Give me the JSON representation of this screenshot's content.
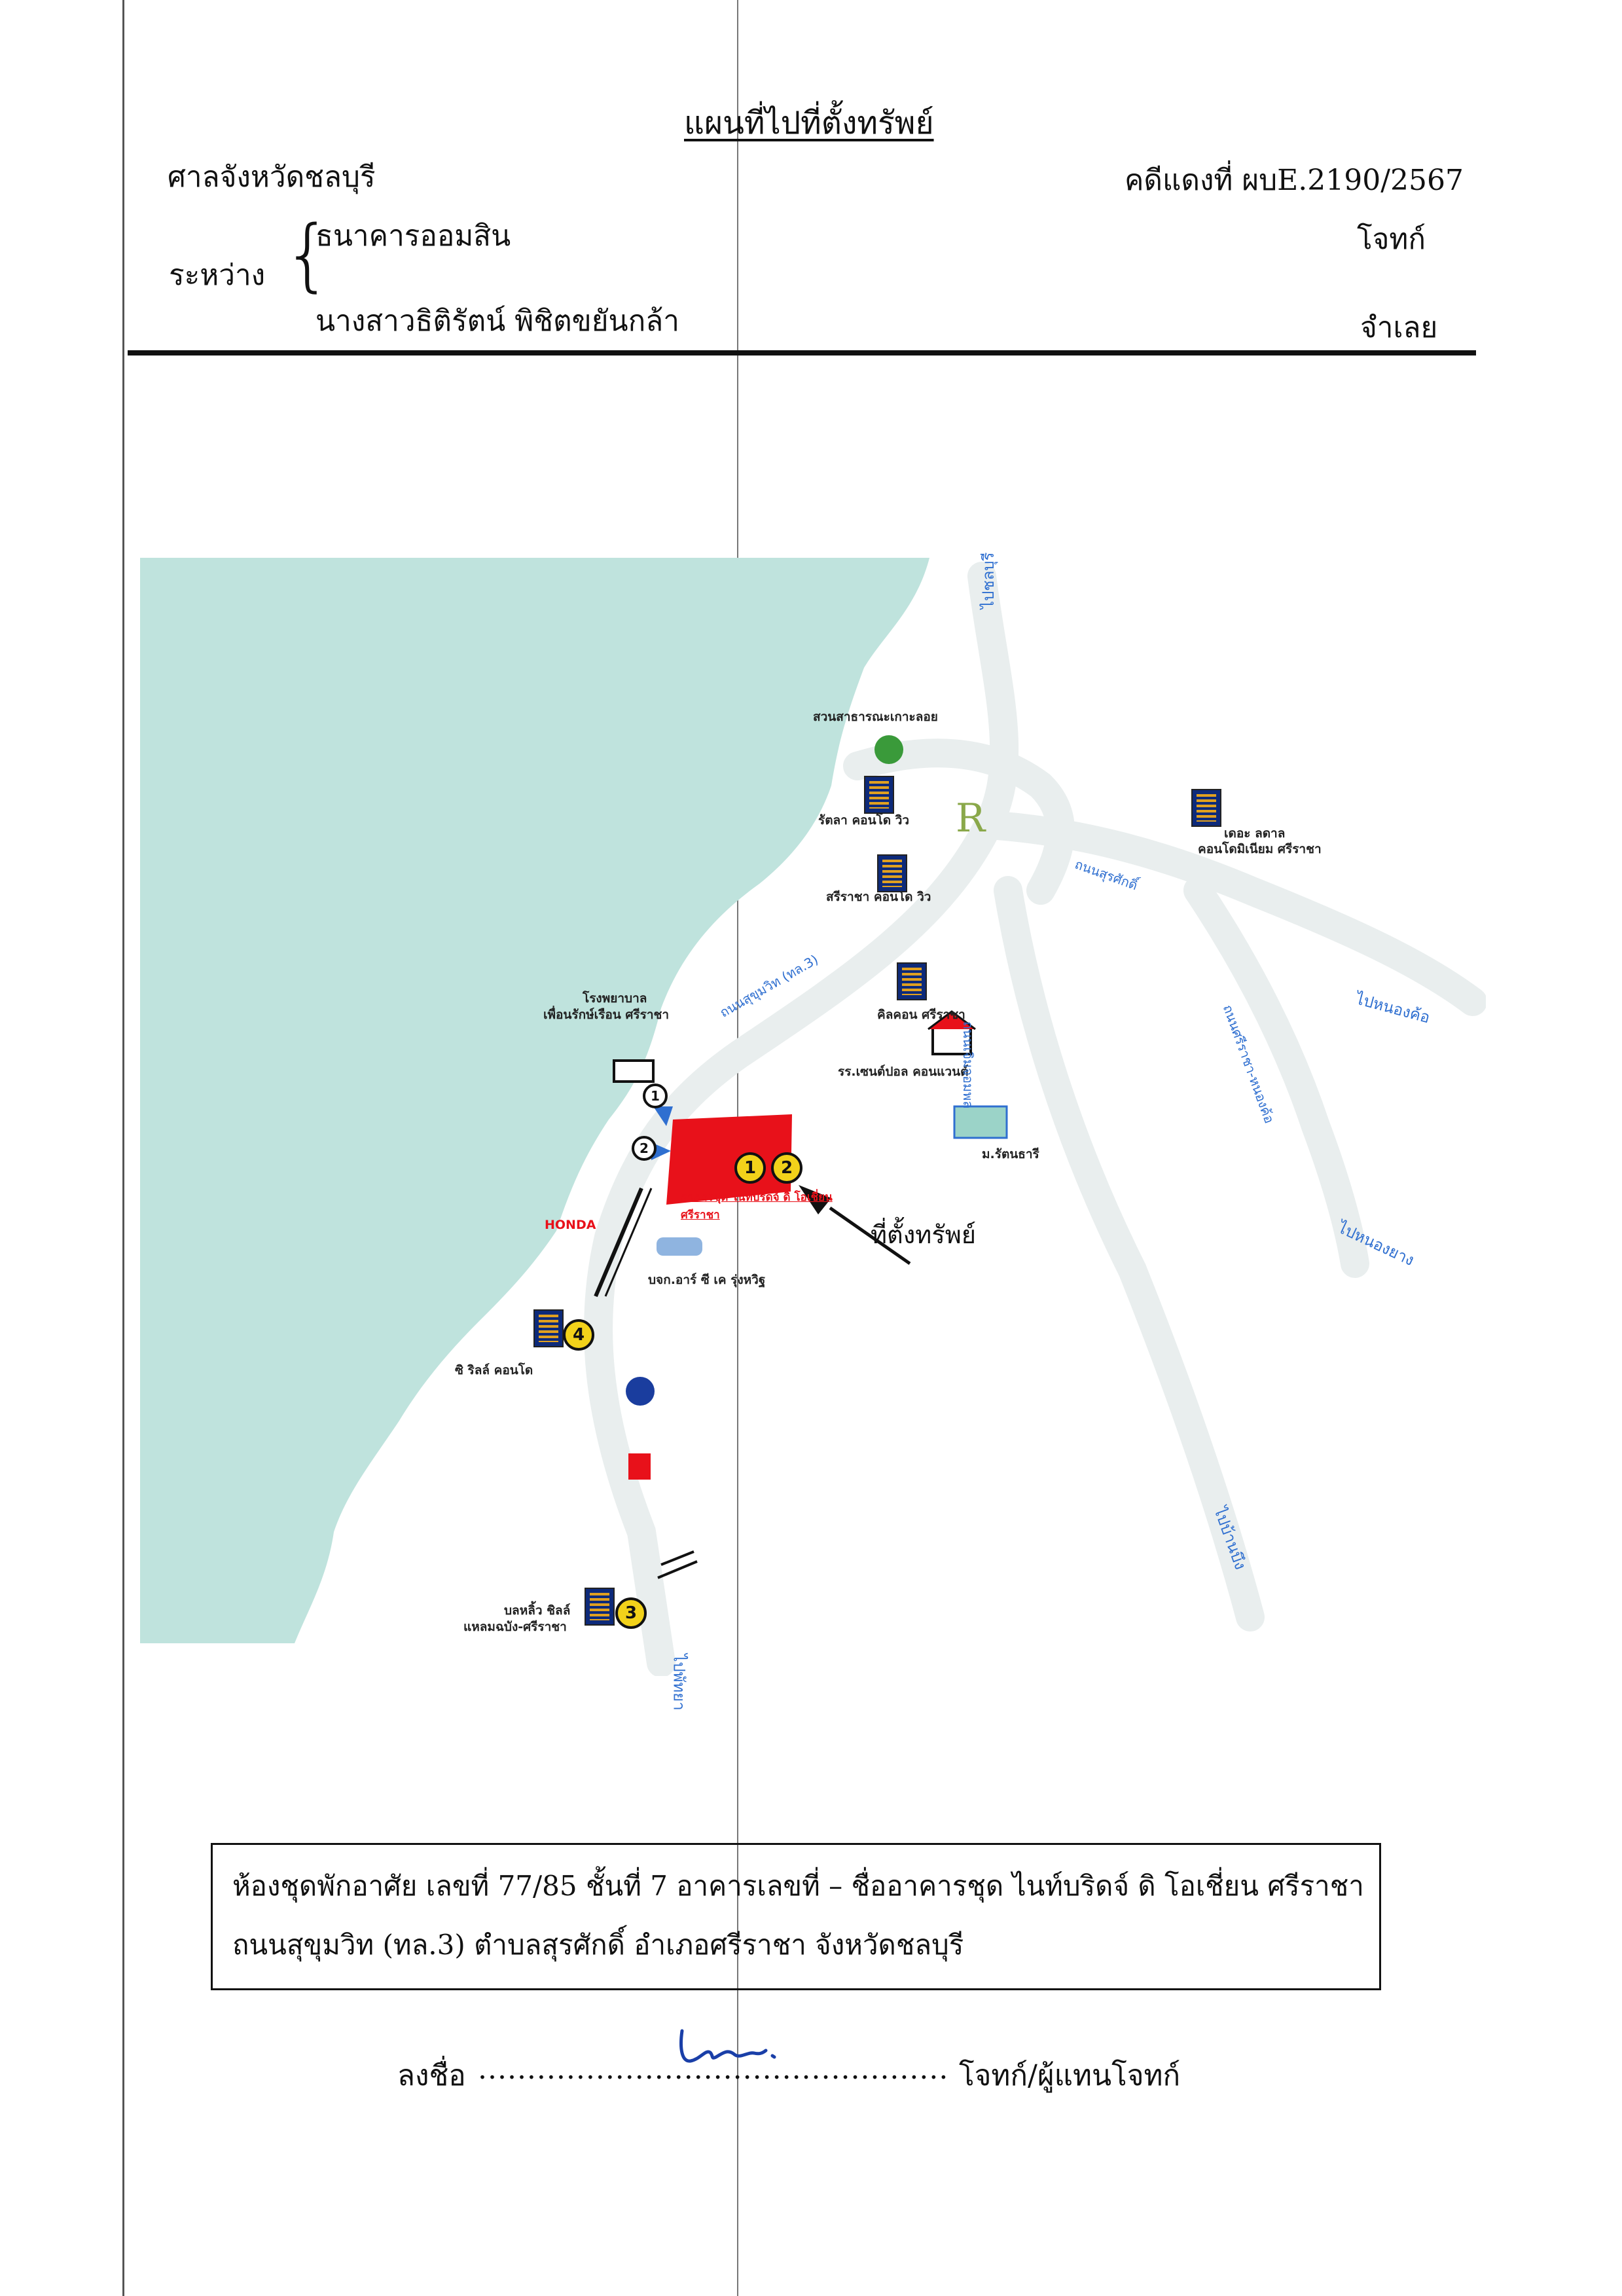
{
  "header": {
    "title": "แผนที่ไปที่ตั้งทรัพย์",
    "court": "ศาลจังหวัดชลบุรี",
    "case_no": "คดีแดงที่ ผบE.2190/2567",
    "between_label": "ระหว่าง",
    "plaintiff_name": "ธนาคารออมสิน",
    "plaintiff_role": "โจทก์",
    "defendant_name": "นางสาวธิติรัตน์  พิชิตขยันกล้า",
    "defendant_role": "จำเลย"
  },
  "map": {
    "landmarks": [
      "สวนสาธารณะเกาะลอย",
      "รัตลา คอนโด วิว",
      "สรีราชา คอนโด วิว",
      "เดอะ ลดาล",
      "คอนโดมิเนียม ศรีราชา",
      "โรงพยาบาล",
      "เพื่อนรักษ์เรือน ศรีราชา",
      "คิลคอน ศรีราชา",
      "รร.เซนต์ปอล คอนแวนต์",
      "ม.รัตนธารี",
      "บจก.อาร์ ซี เค รุ่งหวิฐ",
      "ซิ ริลล์ คอนโด",
      "บลหลิ้ว ชิลล์",
      "แหลมฉบัง-ศรีราชา"
    ],
    "brand_honda": "HONDA",
    "property_label": "อาคารชุด ไนท์บริดจ์ ดิ โอเชี่ยน ศรีราชา",
    "target_label": "ที่ตั้งทรัพย์",
    "directions": {
      "north": "ไปชลบุรี",
      "east": "ไปหนองค้อ",
      "southeast": "ไปหนองยาง",
      "south_east": "ไปบ้านบึง",
      "south": "ไปพัทยา"
    },
    "roads": {
      "sukhumvit": "ถนนสุขุมวิท (ทล.3)",
      "road_a": "ถนนเจิมจอมพล",
      "road_b": "ถนนศรีราชา-หนองค้อ",
      "road_c": "ถนนสุรศักดิ์"
    },
    "markers": [
      "1",
      "2",
      "3",
      "4"
    ]
  },
  "address": {
    "line1": "ห้องชุดพักอาศัย เลขที่ 77/85 ชั้นที่ 7 อาคารเลขที่ –  ชื่ออาคารชุด ไนท์บริดจ์ ดิ โอเชี่ยน ศรีราชา",
    "line2": "ถนนสุขุมวิท (ทล.3)  ตำบลสุรศักดิ์  อำเภอศรีราชา  จังหวัดชลบุรี"
  },
  "signature": {
    "label": "ลงชื่อ",
    "dots": "................................................",
    "role": "โจทก์/ผู้แทนโจทก์"
  },
  "colors": {
    "sea": "#bfe3dd",
    "property": "#e8111a",
    "road": "#e9eeee",
    "marker": "#f2d21a"
  }
}
